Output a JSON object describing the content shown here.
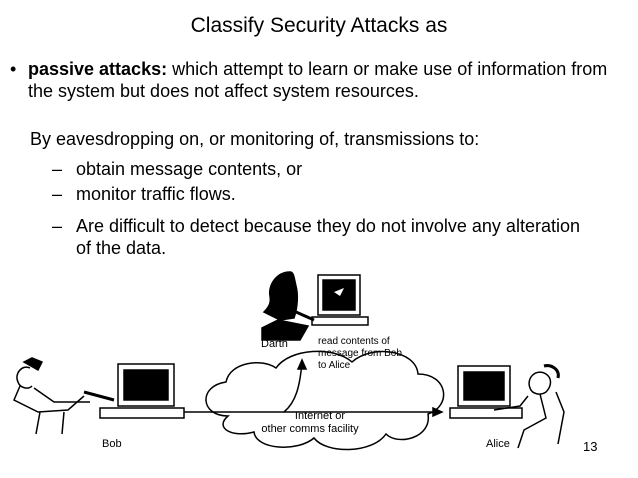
{
  "slide": {
    "title": "Classify Security Attacks as",
    "bullet_symbol": "•",
    "bullet_bold": "passive attacks:",
    "bullet_text": "which attempt to learn or make use of information from the system but does not affect system resources.",
    "paragraph": "By eavesdropping on, or monitoring of, transmissions to:",
    "sub_dash": "–",
    "sub_items": [
      "obtain message contents, or",
      "monitor traffic flows.",
      "Are difficult to detect because they do not involve any alteration of the data."
    ],
    "page_number": "13"
  },
  "figure": {
    "darth_label": "Darth",
    "annotation_lines": [
      "read contents of",
      "message from Bob",
      "to Alice"
    ],
    "cloud_lines": [
      "Internet or",
      "other comms facility"
    ],
    "bob_label": "Bob",
    "alice_label": "Alice"
  }
}
